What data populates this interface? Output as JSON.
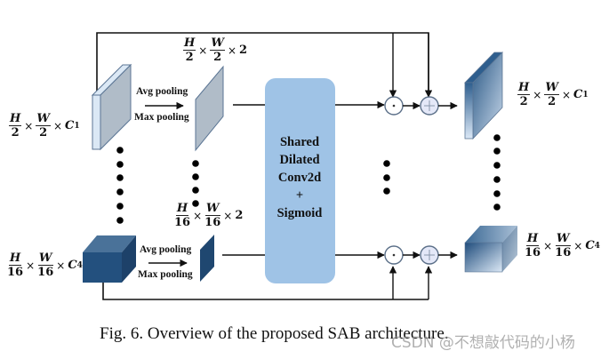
{
  "diagram": {
    "title": "SAB architecture",
    "inputs": [
      {
        "id": "input-top",
        "h": "H",
        "w": "W",
        "h_den": "2",
        "w_den": "2",
        "channels": "C",
        "channel_sub": "1"
      },
      {
        "id": "input-bottom",
        "h": "H",
        "w": "W",
        "h_den": "16",
        "w_den": "16",
        "channels": "C",
        "channel_sub": "4"
      }
    ],
    "pooled": [
      {
        "id": "pooled-top",
        "h": "H",
        "w": "W",
        "h_den": "2",
        "w_den": "2",
        "channels": "2"
      },
      {
        "id": "pooled-bottom",
        "h": "H",
        "w": "W",
        "h_den": "16",
        "w_den": "16",
        "channels": "2"
      }
    ],
    "pooling_labels": {
      "avg": "Avg pooling",
      "max": "Max pooling"
    },
    "shared_block": {
      "lines": [
        "Shared",
        "Dilated",
        "Conv2d",
        "+",
        "Sigmoid"
      ],
      "color": "#9fc3e6"
    },
    "operators": {
      "multiply": "·",
      "add": "+"
    },
    "outputs": [
      {
        "id": "output-top",
        "h": "H",
        "w": "W",
        "h_den": "2",
        "w_den": "2",
        "channels": "C",
        "channel_sub": "1"
      },
      {
        "id": "output-bottom",
        "h": "H",
        "w": "W",
        "h_den": "16",
        "w_den": "16",
        "channels": "C",
        "channel_sub": "4"
      }
    ],
    "times": "×",
    "colors": {
      "input_top_face": "#dbe8f5",
      "input_top_side": "#b0bcc8",
      "input_bottom": "#23507e",
      "pooled_top": "#b0bcc8",
      "pooled_bottom": "#1f4770",
      "output_dark": "#2a5885",
      "output_light": "#dce9f6",
      "add_circle_fill": "#e4e8f8"
    }
  },
  "caption": "Fig. 6.  Overview of the proposed SAB architecture.",
  "watermark": "CSDN @不想敲代码的小杨"
}
